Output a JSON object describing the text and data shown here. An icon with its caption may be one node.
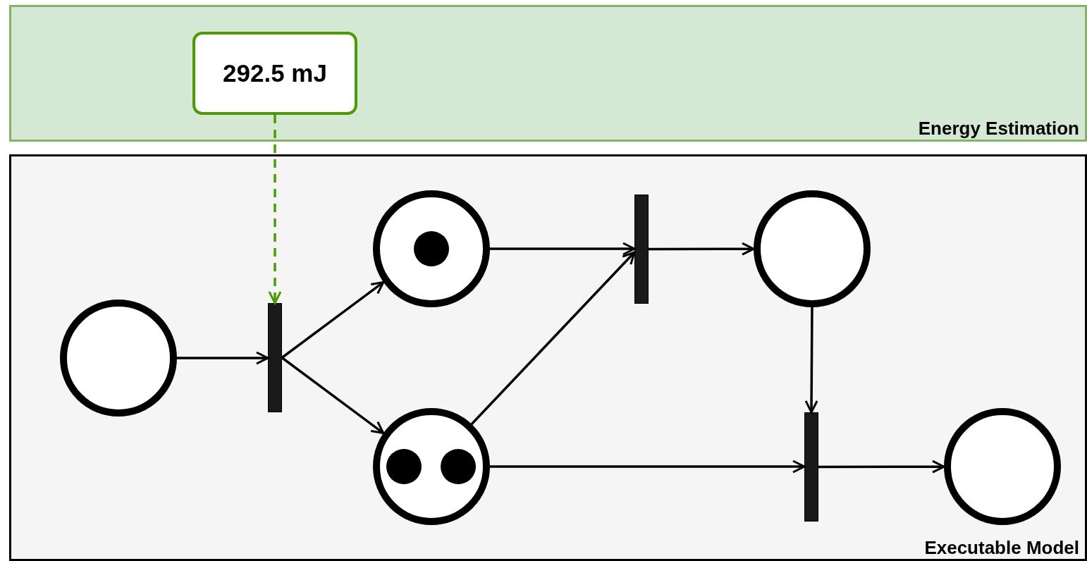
{
  "diagram": {
    "nodes": [
      {
        "text": [
          "Energy Estimation"
        ]
      },
      {
        "text": [
          "292.5 mJ"
        ],
        "in": 0
      },
      {
        "text": [
          "Executable Model"
        ]
      },
      {
        "text": [],
        "shape": "circle",
        "in": 2
      },
      {
        "text": [],
        "shape": "bar",
        "in": 2
      },
      {
        "text": [],
        "shape": "circle",
        "in": 2
      },
      {
        "text": [],
        "shape": "dot",
        "in": 5
      },
      {
        "text": [],
        "shape": "circle",
        "in": 2
      },
      {
        "text": [],
        "shape": "dot",
        "in": 7
      },
      {
        "text": [],
        "shape": "dot",
        "in": 7
      },
      {
        "text": [],
        "shape": "bar",
        "in": 2
      },
      {
        "text": [],
        "shape": "circle",
        "in": 2
      },
      {
        "text": [],
        "shape": "bar",
        "in": 2
      },
      {
        "text": [],
        "shape": "circle",
        "in": 2
      }
    ],
    "edges": [
      {
        "from": 1,
        "to": 4,
        "arrow": "to",
        "style": "dashed",
        "color": "#4d9a06"
      },
      {
        "from": 3,
        "to": 4,
        "arrow": "to"
      },
      {
        "from": 4,
        "to": 5,
        "arrow": "to"
      },
      {
        "from": 4,
        "to": 7,
        "arrow": "to"
      },
      {
        "from": 5,
        "to": 10,
        "arrow": "to"
      },
      {
        "from": 7,
        "to": 10,
        "arrow": "to"
      },
      {
        "from": 10,
        "to": 11,
        "arrow": "to"
      },
      {
        "from": 11,
        "to": 12,
        "arrow": "to"
      },
      {
        "from": 7,
        "to": 12,
        "arrow": "to"
      },
      {
        "from": 12,
        "to": 13,
        "arrow": "to"
      }
    ]
  }
}
